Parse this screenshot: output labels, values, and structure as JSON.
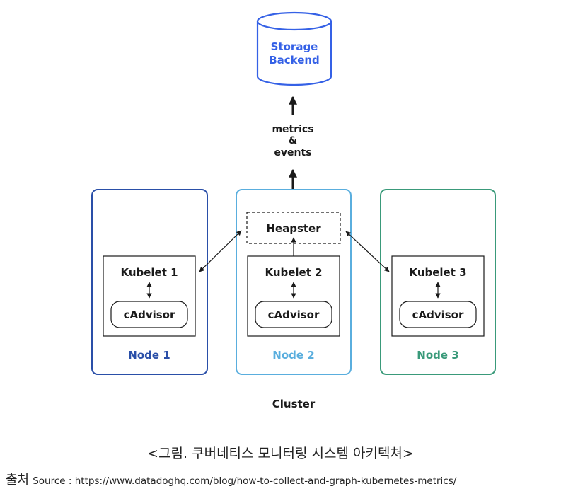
{
  "storage": {
    "line1": "Storage",
    "line2": "Backend"
  },
  "flow": {
    "line1": "metrics",
    "line2": "&",
    "line3": "events"
  },
  "heapster": "Heapster",
  "nodes": [
    {
      "name": "Node 1",
      "kubelet": "Kubelet 1",
      "cadvisor": "cAdvisor",
      "color": "#2a4fa8"
    },
    {
      "name": "Node 2",
      "kubelet": "Kubelet 2",
      "cadvisor": "cAdvisor",
      "color": "#5aaede"
    },
    {
      "name": "Node 3",
      "kubelet": "Kubelet 3",
      "cadvisor": "cAdvisor",
      "color": "#3a9a7a"
    }
  ],
  "cluster": "Cluster",
  "colors": {
    "storage": "#3561e6",
    "line": "#1a1a1a"
  },
  "caption": "<그림. 쿠버네티스 모니터링 시스템 아키텍쳐>",
  "source": {
    "prefix": "출처",
    "text": "Source : https://www.datadoghq.com/blog/how-to-collect-and-graph-kubernetes-metrics/"
  }
}
